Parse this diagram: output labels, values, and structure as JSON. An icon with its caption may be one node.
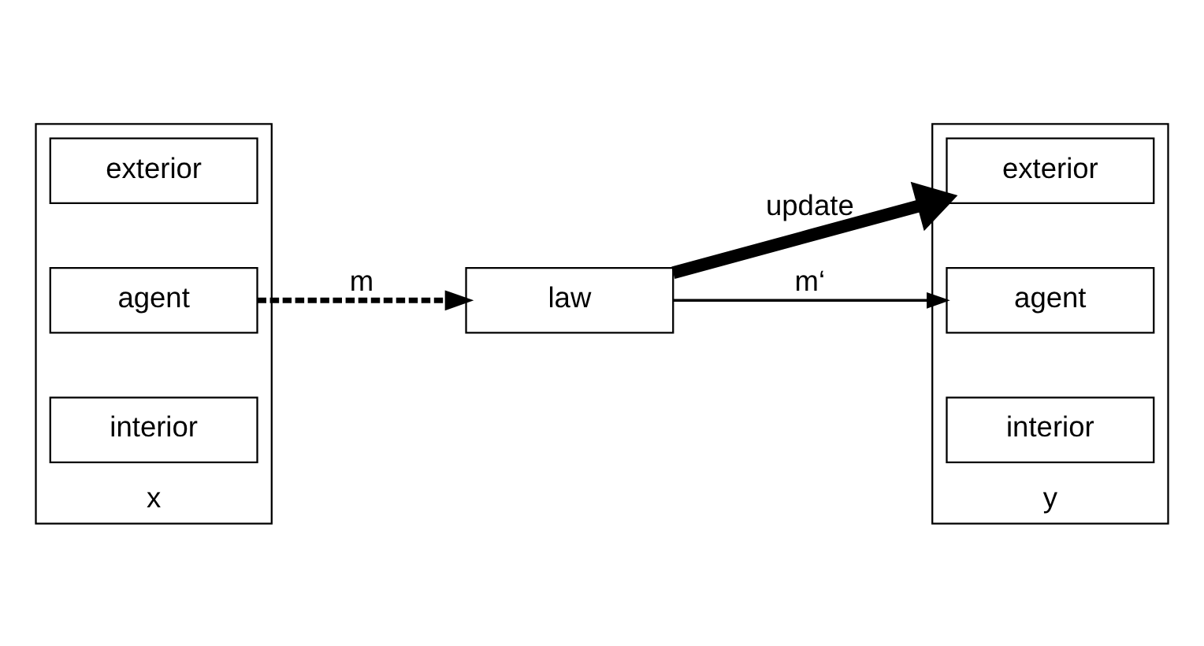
{
  "diagram": {
    "nodes": [
      {
        "text": [],
        "shape": "box",
        "beside": [
          "x"
        ]
      },
      {
        "text": [
          "exterior"
        ],
        "in": 0
      },
      {
        "text": [
          "agent"
        ],
        "in": 0
      },
      {
        "text": [
          "interior"
        ],
        "in": 0
      },
      {
        "text": [
          "law"
        ]
      },
      {
        "text": [],
        "shape": "box",
        "beside": [
          "y"
        ]
      },
      {
        "text": [
          "exterior"
        ],
        "in": 5
      },
      {
        "text": [
          "agent"
        ],
        "in": 5
      },
      {
        "text": [
          "interior"
        ],
        "in": 5
      }
    ],
    "edges": [
      {
        "from": 2,
        "to": 4,
        "arrow": "to",
        "label": "m",
        "style": "dashed"
      },
      {
        "from": 4,
        "to": 6,
        "arrow": "to",
        "label": "update",
        "style": "thick"
      },
      {
        "from": 4,
        "to": 7,
        "arrow": "to",
        "label": "m‘"
      }
    ]
  }
}
